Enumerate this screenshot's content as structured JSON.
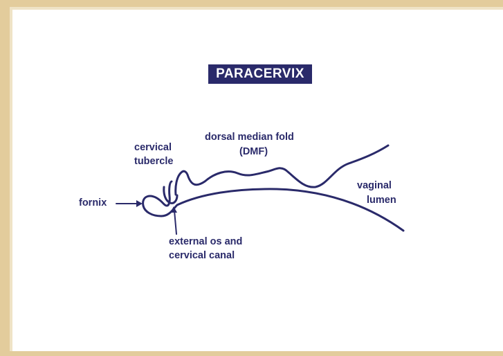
{
  "title": "PARACERVIX",
  "labels": {
    "cervical_tubercle_line1": "cervical",
    "cervical_tubercle_line2": "tubercle",
    "dmf_line1": "dorsal median fold",
    "dmf_line2": "(DMF)",
    "fornix": "fornix",
    "vaginal_lumen_line1": "vaginal",
    "vaginal_lumen_line2": "lumen",
    "external_os_line1": "external os and",
    "external_os_line2": "cervical canal"
  },
  "colors": {
    "ink": "#2a2a6a",
    "frame": "#e3cc9c",
    "title_text": "#ffffff"
  }
}
